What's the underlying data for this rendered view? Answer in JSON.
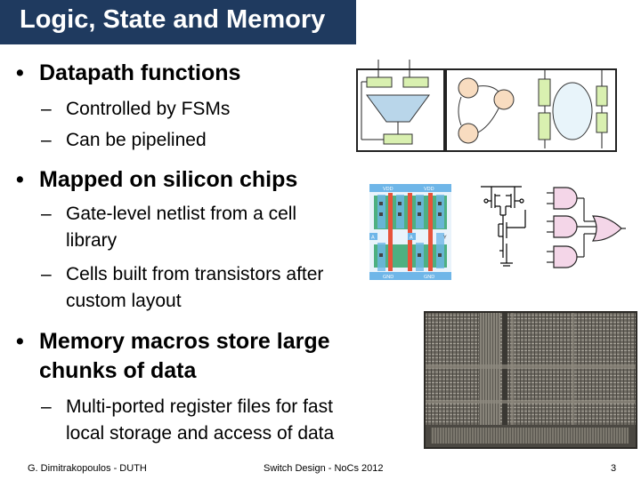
{
  "slide": {
    "title": "Logic, State and Memory",
    "bullets": [
      {
        "text": "Datapath functions",
        "sub": [
          "Controlled by FSMs",
          "Can be pipelined"
        ]
      },
      {
        "text": "Mapped on silicon chips",
        "sub": [
          {
            "line1": "Gate-level netlist from a cell",
            "line2": "library"
          },
          {
            "line1": "Cells built from transistors after",
            "line2": "custom layout"
          }
        ]
      },
      {
        "text_line1": "Memory macros store large",
        "text_line2": "chunks of data",
        "sub": [
          {
            "line1": "Multi-ported register files for fast",
            "line2": "local storage and access of data"
          }
        ]
      }
    ],
    "bullet_glyph": "•",
    "sub_glyph": "–"
  },
  "layout_labels": {
    "vdd": "VDD",
    "gnd": "GND",
    "a": "A",
    "y": "Y"
  },
  "footer": {
    "author": "G. Dimitrakopoulos - DUTH",
    "course": "Switch Design - NoCs 2012",
    "page": "3"
  },
  "colors": {
    "title_bg": "#1f3a5f",
    "title_fg": "#ffffff",
    "reg_fill": "#d9f0b0",
    "fsm_fill": "#f8dcc0",
    "layout_blue": "#6fb6e8",
    "layout_green": "#33a36b",
    "layout_red": "#e8533a"
  }
}
